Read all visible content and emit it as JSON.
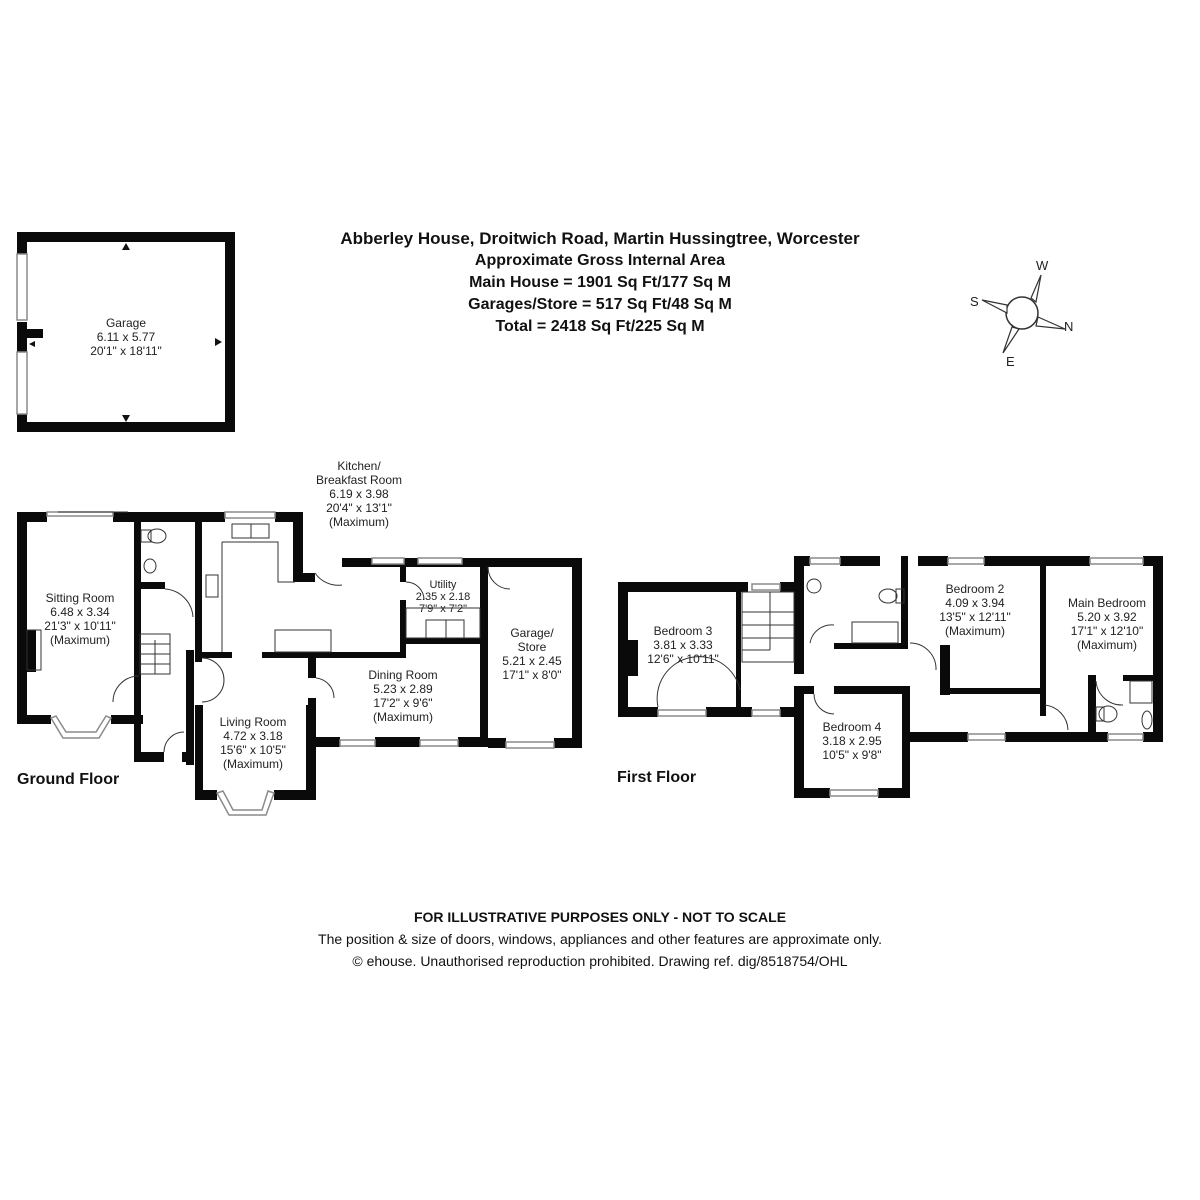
{
  "header": {
    "title": "Abberley House, Droitwich Road, Martin Hussingtree, Worcester",
    "subtitle": "Approximate Gross Internal Area",
    "main_house": "Main House = 1901 Sq Ft/177 Sq M",
    "garages_store": "Garages/Store = 517 Sq Ft/48 Sq M",
    "total": "Total = 2418 Sq Ft/225 Sq M"
  },
  "compass": {
    "north": "N",
    "south": "S",
    "east": "E",
    "west": "W"
  },
  "floors": {
    "ground": {
      "label": "Ground Floor"
    },
    "first": {
      "label": "First Floor"
    }
  },
  "rooms": {
    "garage": {
      "name": "Garage",
      "metric": "6.11 x 5.77",
      "imperial": "20'1\" x 18'11\"",
      "note": ""
    },
    "sitting_room": {
      "name": "Sitting Room",
      "metric": "6.48 x 3.34",
      "imperial": "21'3\" x 10'11\"",
      "note": "(Maximum)"
    },
    "kitchen": {
      "name": "Kitchen/",
      "name2": "Breakfast Room",
      "metric": "6.19 x 3.98",
      "imperial": "20'4\" x 13'1\"",
      "note": "(Maximum)"
    },
    "utility": {
      "name": "Utility",
      "metric": "2.35 x 2.18",
      "imperial": "7'9\" x 7'2\"",
      "note": ""
    },
    "garage_store": {
      "name": "Garage/",
      "name2": "Store",
      "metric": "5.21 x 2.45",
      "imperial": "17'1\" x 8'0\"",
      "note": ""
    },
    "dining_room": {
      "name": "Dining Room",
      "metric": "5.23 x 2.89",
      "imperial": "17'2\" x 9'6\"",
      "note": "(Maximum)"
    },
    "living_room": {
      "name": "Living Room",
      "metric": "4.72 x 3.18",
      "imperial": "15'6\" x 10'5\"",
      "note": "(Maximum)"
    },
    "bedroom_3": {
      "name": "Bedroom 3",
      "metric": "3.81 x 3.33",
      "imperial": "12'6\" x 10'11\"",
      "note": ""
    },
    "bedroom_2": {
      "name": "Bedroom 2",
      "metric": "4.09 x 3.94",
      "imperial": "13'5\" x 12'11\"",
      "note": "(Maximum)"
    },
    "main_bedroom": {
      "name": "Main Bedroom",
      "metric": "5.20 x 3.92",
      "imperial": "17'1\" x 12'10\"",
      "note": "(Maximum)"
    },
    "bedroom_4": {
      "name": "Bedroom 4",
      "metric": "3.18 x 2.95",
      "imperial": "10'5\" x 9'8\"",
      "note": ""
    }
  },
  "footer": {
    "disclaimer": "FOR ILLUSTRATIVE PURPOSES ONLY - NOT TO SCALE",
    "note": "The position & size of doors, windows, appliances and other features are approximate only.",
    "copyright": "© ehouse. Unauthorised reproduction prohibited. Drawing ref. dig/8518754/OHL"
  },
  "colors": {
    "wall": "#0a0a0a",
    "window": "#9a9a9a",
    "background": "#ffffff"
  }
}
